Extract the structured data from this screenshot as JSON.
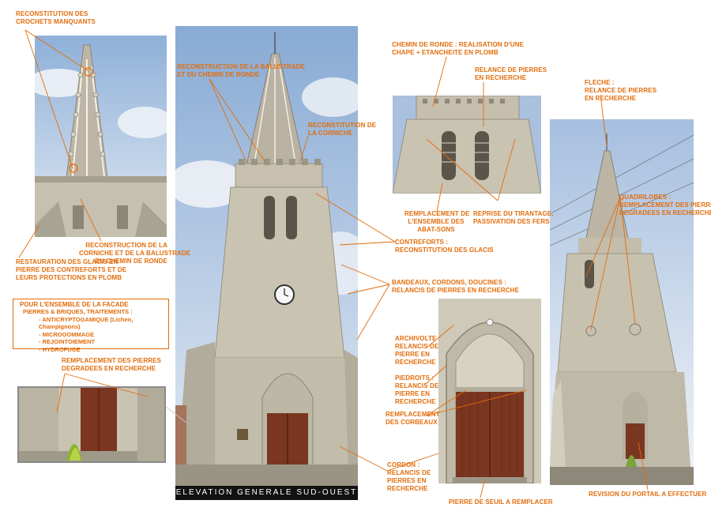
{
  "colors": {
    "annotation": "#e36c0a",
    "sky": "#b8cde6",
    "stone": "#c9c3b4",
    "door": "#7a3620"
  },
  "caption": "ELEVATION GENERALE SUD-OUEST",
  "labels": {
    "crochets": [
      "RECONSTITUTION DES",
      "CROCHETS MANQUANTS"
    ],
    "balustrade_top": [
      "RECONSTRUCTION DE LA BALUSTRADE",
      "ET DU CHEMIN DE RONDE"
    ],
    "corniche_top": [
      "RECONSTITUTION DE",
      "LA CORNICHE"
    ],
    "chemin_ronde": [
      "CHEMIN DE RONDE : REALISATION D'UNE",
      "CHAPE + ETANCHEITE EN PLOMB"
    ],
    "relance_1": [
      "RELANCE DE PIERRES",
      "EN RECHERCHE"
    ],
    "fleche": [
      "FLECHE :",
      "RELANCE DE PIERRES",
      "EN RECHERCHE"
    ],
    "corniche_bal": [
      "RECONSTRUCTION DE LA",
      "CORNICHE ET DE LA BALUSTRADE",
      "DU CHEMIN DE RONDE"
    ],
    "glacis": [
      "RESTAURATION DES GLACIS EN",
      "PIERRE DES CONTREFORTS ET DE",
      "LEURS PROTECTIONS EN PLOMB"
    ],
    "abat_sons": [
      "REMPLACEMENT DE",
      "L'ENSEMBLE DES",
      "ABAT-SONS"
    ],
    "tirantage": [
      "REPRISE DU TIRANTAGE,",
      "PASSIVATION DES FERS"
    ],
    "contreforts": [
      "CONTREFORTS :",
      "RECONSTITUTION DES GLACIS"
    ],
    "quadrilobes": [
      "QUADRILOBES :",
      "REMPLACEMENT DES PIERRES",
      "DEGRADEES EN RECHERCHE"
    ],
    "bandeaux": [
      "BANDEAUX, CORDONS, DOUCINES :",
      "RELANCIS DE PIERRES EN RECHERCHE"
    ],
    "degradees": [
      "REMPLACEMENT DES PIERRES",
      "DEGRADEES EN RECHERCHE"
    ],
    "archivolte": [
      "ARCHIVOLTE :",
      "RELANCIS DE",
      "PIERRE EN",
      "RECHERCHE"
    ],
    "piedroits": [
      "PIEDROITS :",
      "RELANCIS DE",
      "PIERRE EN",
      "RECHERCHE"
    ],
    "corbeaux": [
      "REMPLACEMENT",
      "DES CORBEAUX"
    ],
    "cordon": [
      "CORDON :",
      "RELANCIS DE",
      "PIERRES EN",
      "RECHERCHE"
    ],
    "seuil": [
      "PIERRE DE SEUIL A REMPLACER"
    ],
    "portail": [
      "REVISION DU PORTAIL A EFFECTUER"
    ]
  },
  "facade": {
    "title": "POUR L'ENSEMBLE DE LA FACADE",
    "line1": "PIERRES & BRIQUES, TRAITEMENTS :",
    "items": [
      "- ANTICRYPTOGAMIQUE (Lichen, Champignons)",
      "- MICROGOMMAGE",
      "- REJOINTOIEMENT",
      "- HYDROFUGE"
    ]
  }
}
